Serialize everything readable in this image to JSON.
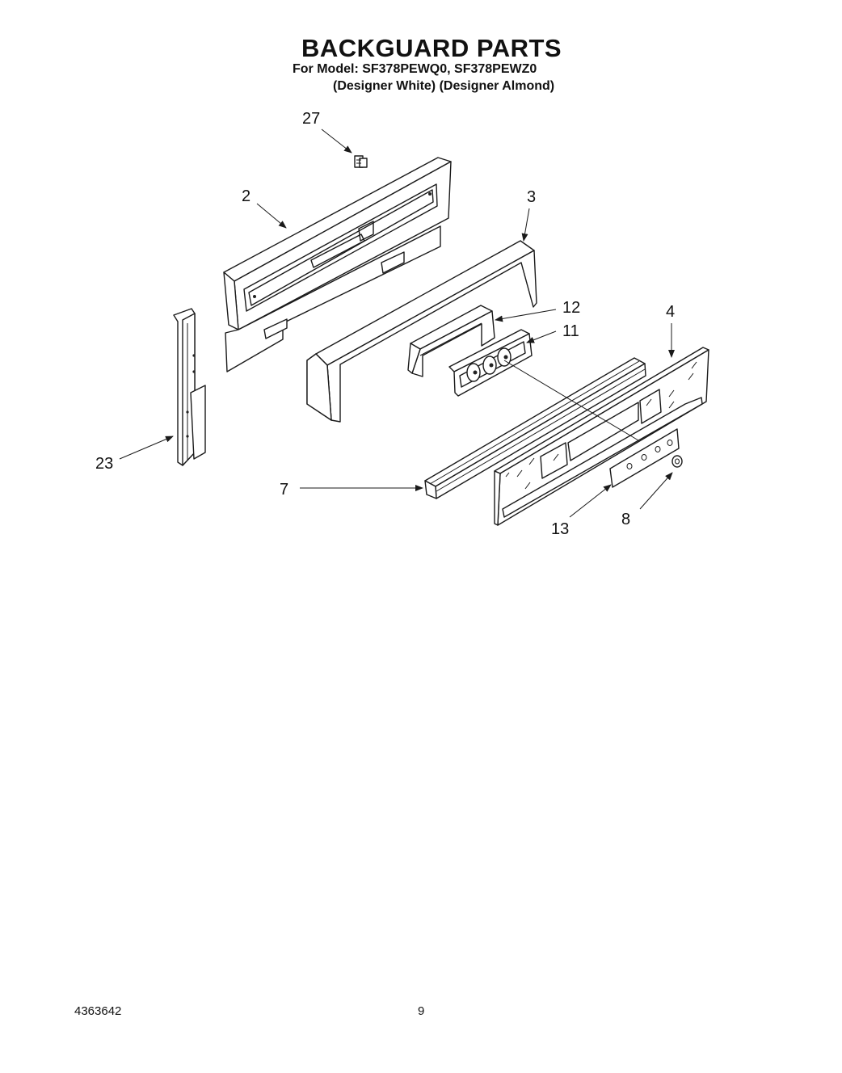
{
  "header": {
    "title": "BACKGUARD PARTS",
    "model_line": "For Model: SF378PEWQ0, SF378PEWZ0",
    "variant_line": "(Designer White) (Designer Almond)"
  },
  "callouts": {
    "c27": "27",
    "c2": "2",
    "c3": "3",
    "c12": "12",
    "c11": "11",
    "c4": "4",
    "c23": "23",
    "c7": "7",
    "c13": "13",
    "c8": "8"
  },
  "footer": {
    "doc_number": "4363642",
    "page_number": "9"
  }
}
